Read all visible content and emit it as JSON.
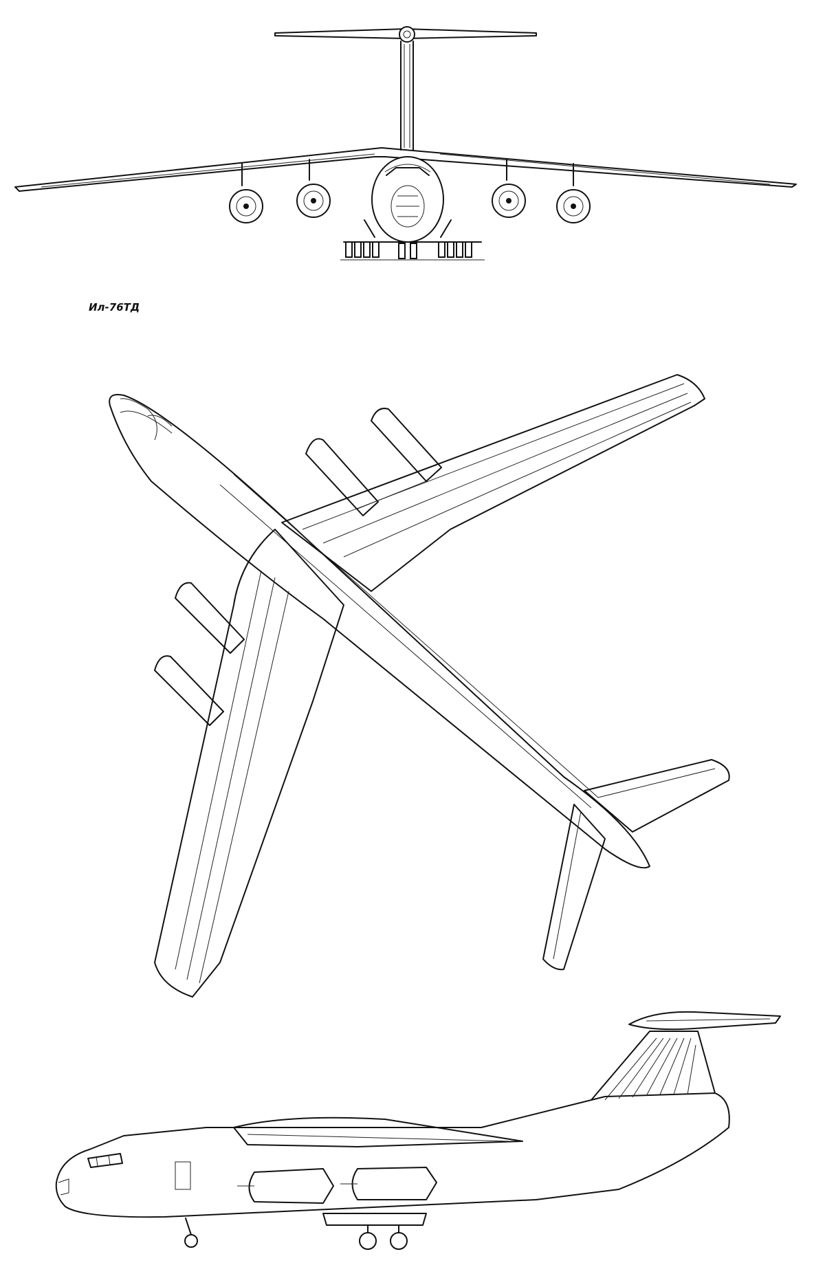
{
  "drawing": {
    "caption": "Ил-76ТД",
    "views": [
      "front",
      "plan",
      "side"
    ],
    "line_color": "#111111",
    "background": "#ffffff"
  }
}
